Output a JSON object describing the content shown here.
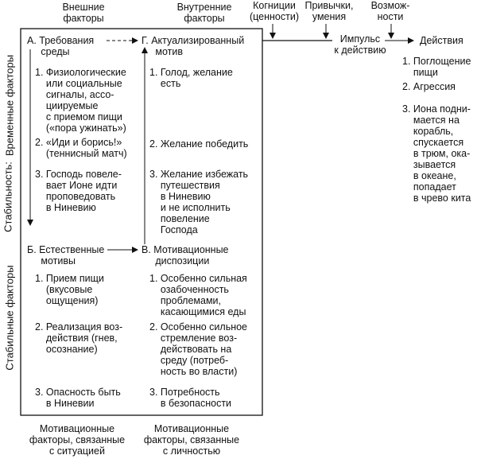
{
  "headers": {
    "external": "Внешние\nфакторы",
    "internal": "Внутренние\nфакторы",
    "cognitions": "Когниции\n(ценности)",
    "habits": "Привычки,\nумения",
    "opportunities": "Возмож-\nности",
    "impulse": "Импульс\nк действию",
    "actions": "Действия"
  },
  "side_labels": {
    "stability": "Стабильность:",
    "temporary": "Временные факторы",
    "stable": "Стабильные факторы"
  },
  "box_a": {
    "title": "А. Требования\n     среды",
    "item1": "1. Физиологические\n    или социальные\n    сигналы, ассо-\n    циируемые\n    с приемом пищи\n    («пора ужинать»)",
    "item2": "2. «Иди и борись!»\n    (теннисный матч)",
    "item3": "3. Господь повеле-\n    вает Ионе идти\n    проповедовать\n    в Ниневию"
  },
  "box_g": {
    "title": "Г. Актуализированный\n     мотив",
    "item1": "1. Голод, желание\n    есть",
    "item2": "2. Желание победить",
    "item3": "3. Желание избежать\n    путешествия\n    в Ниневию\n    и не исполнить\n    повеление\n    Господа"
  },
  "box_b": {
    "title": "Б. Естественные\n     мотивы",
    "item1": "1. Прием пищи\n    (вкусовые\n    ощущения)",
    "item2": "2. Реализация воз-\n    действия (гнев,\n    осознание)",
    "item3": "3. Опасность быть\n    в Ниневии"
  },
  "box_v": {
    "title": "В. Мотивационные\n     диспозиции",
    "item1": "1. Особенно сильная\n    озабоченность\n    проблемами,\n    касающимися еды",
    "item2": "2. Особенно сильное\n    стремление воз-\n    действовать на\n    среду (потреб-\n    ность во власти)",
    "item3": "3. Потребность\n    в безопасности"
  },
  "actions": {
    "item1": "1. Поглощение\n    пищи",
    "item2": "2. Агрессия",
    "item3": "3. Иона подни-\n    мается на\n    корабль,\n    спускается\n    в трюм, ока-\n    зывается\n    в океане,\n    попадает\n    в чрево кита"
  },
  "footers": {
    "situation": "Мотивационные\nфакторы, связанные\nс ситуацией",
    "personality": "Мотивационные\nфакторы, связанные\nс личностью"
  }
}
